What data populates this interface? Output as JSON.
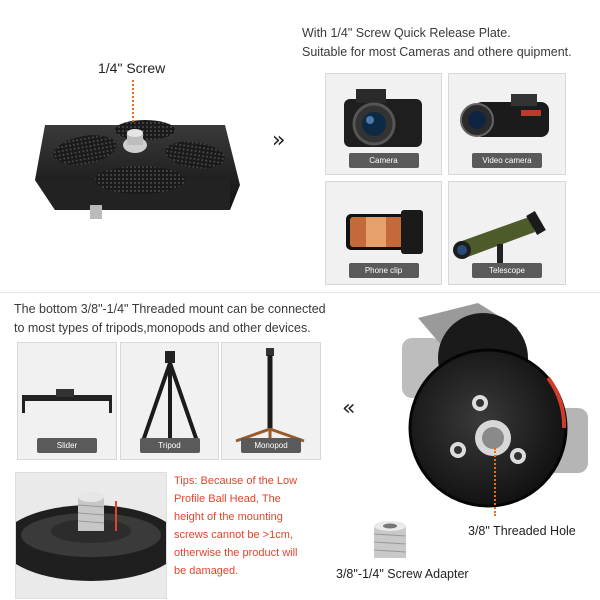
{
  "top": {
    "screw_label": "1/4\" Screw",
    "desc_line1": "With 1/4\" Screw Quick Release Plate.",
    "desc_line2": "Suitable for most Cameras and othere quipment.",
    "arrow": "»",
    "cards": [
      {
        "label": "Camera"
      },
      {
        "label": "Video camera"
      },
      {
        "label": "Phone clip"
      },
      {
        "label": "Telescope"
      }
    ]
  },
  "middle": {
    "desc_line1": "The bottom 3/8\"-1/4\" Threaded mount can be connected",
    "desc_line2": "to most types of tripods,monopods and other devices.",
    "arrow": "«",
    "cards": [
      {
        "label": "Slider"
      },
      {
        "label": "Tripod"
      },
      {
        "label": "Monopod"
      }
    ],
    "threaded_hole_label": "3/8\" Threaded Hole"
  },
  "bottom": {
    "tips_lines": [
      "Tips: Because of the Low",
      "Profile Ball Head, The",
      "height of the mounting",
      "screws cannot be >1cm,",
      "otherwise the product will",
      "be damaged."
    ],
    "adapter_label": "3/8\"-1/4\" Screw Adapter"
  },
  "colors": {
    "tip_red": "#e0452b",
    "label_bg": "#5a5a5a"
  }
}
